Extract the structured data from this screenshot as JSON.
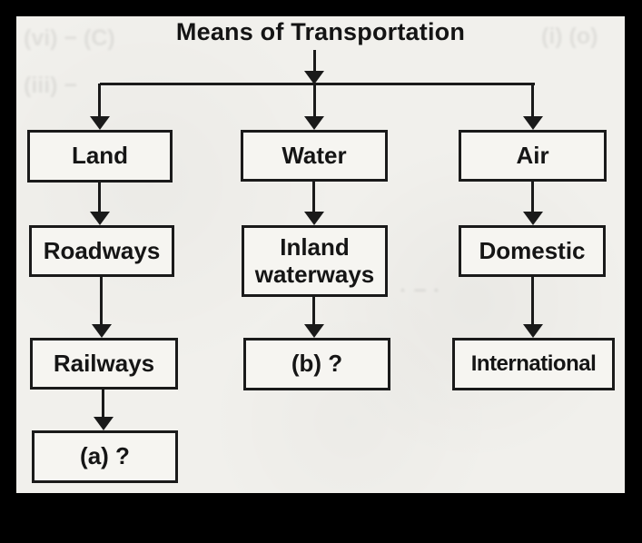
{
  "frame": {
    "border_color": "#000000",
    "paper_color": "#f1f0ec",
    "line_color": "#1a1a1a"
  },
  "diagram": {
    "title": "Means of Transportation",
    "columns": [
      {
        "id": "land",
        "nodes": [
          "Land",
          "Roadways",
          "Railways",
          "(a) ?"
        ]
      },
      {
        "id": "water",
        "nodes": [
          "Water",
          "Inland waterways",
          "(b) ?"
        ]
      },
      {
        "id": "air",
        "nodes": [
          "Air",
          "Domestic",
          "International"
        ]
      }
    ]
  },
  "artifacts": [
    "(vi) − (C)",
    "(i) (o)",
    "(iii) −",
    "· − ·"
  ]
}
